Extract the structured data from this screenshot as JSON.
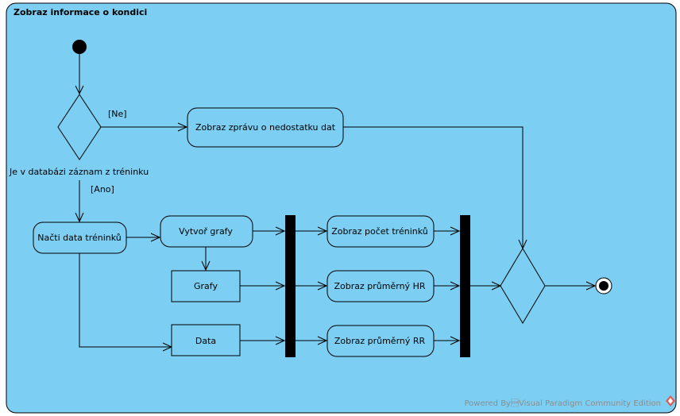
{
  "diagram": {
    "title": "Zobraz informace o kondici",
    "nodes": {
      "decision_condition": "Je v databázi záznam z tréninku",
      "show_no_data": "Zobraz zprávu o nedostatku dat",
      "load_data": "Načti data tréninků",
      "create_charts": "Vytvoř grafy",
      "charts_object": "Grafy",
      "data_object": "Data",
      "show_count": "Zobraz počet tréninků",
      "show_avg_hr": "Zobraz průměrný HR",
      "show_avg_rr": "Zobraz průměrný RR"
    },
    "guards": {
      "no": "[Ne]",
      "yes": "[Ano]"
    }
  },
  "watermark": "Powered By\u0001Visual Paradigm Community Edition",
  "colors": {
    "frame_fill": "#7ccff3",
    "node_fill": "#7ccff3",
    "stroke": "#000000",
    "watermark_text": "#8c8c8c",
    "watermark_logo": "#e05a4f"
  }
}
